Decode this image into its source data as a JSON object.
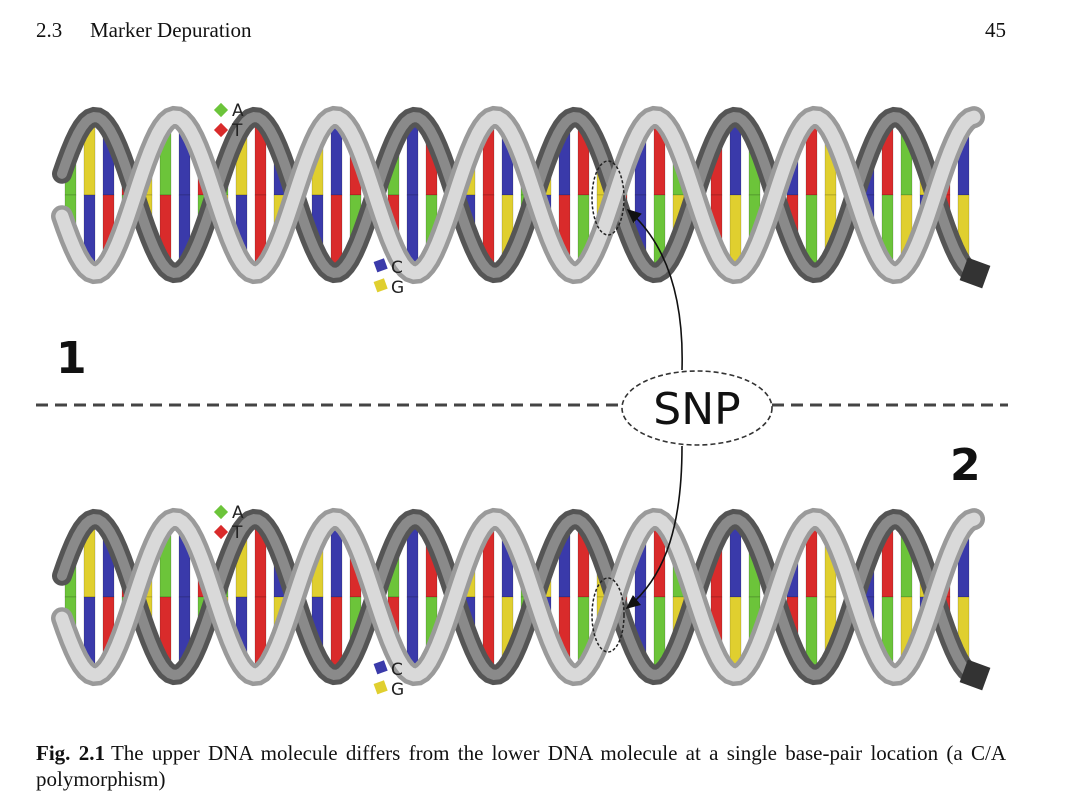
{
  "header": {
    "section_number": "2.3",
    "section_title": "Marker Depuration",
    "page_number": "45"
  },
  "figure": {
    "legend_upper": [
      "A",
      "T",
      "C",
      "G"
    ],
    "legend_lower": [
      "A",
      "T",
      "C",
      "G"
    ],
    "label_1": "1",
    "label_2": "2",
    "snp_label": "SNP",
    "colors": {
      "A": "#6cc43a",
      "T": "#d92b2b",
      "C": "#3a3aaa",
      "G": "#e0cf2f",
      "backbone_light": "#d9d9d9",
      "backbone_dark": "#555555"
    }
  },
  "caption": {
    "label": "Fig. 2.1",
    "text": "The upper DNA molecule differs from the lower DNA molecule at a single base-pair location (a C/A polymorphism)"
  }
}
